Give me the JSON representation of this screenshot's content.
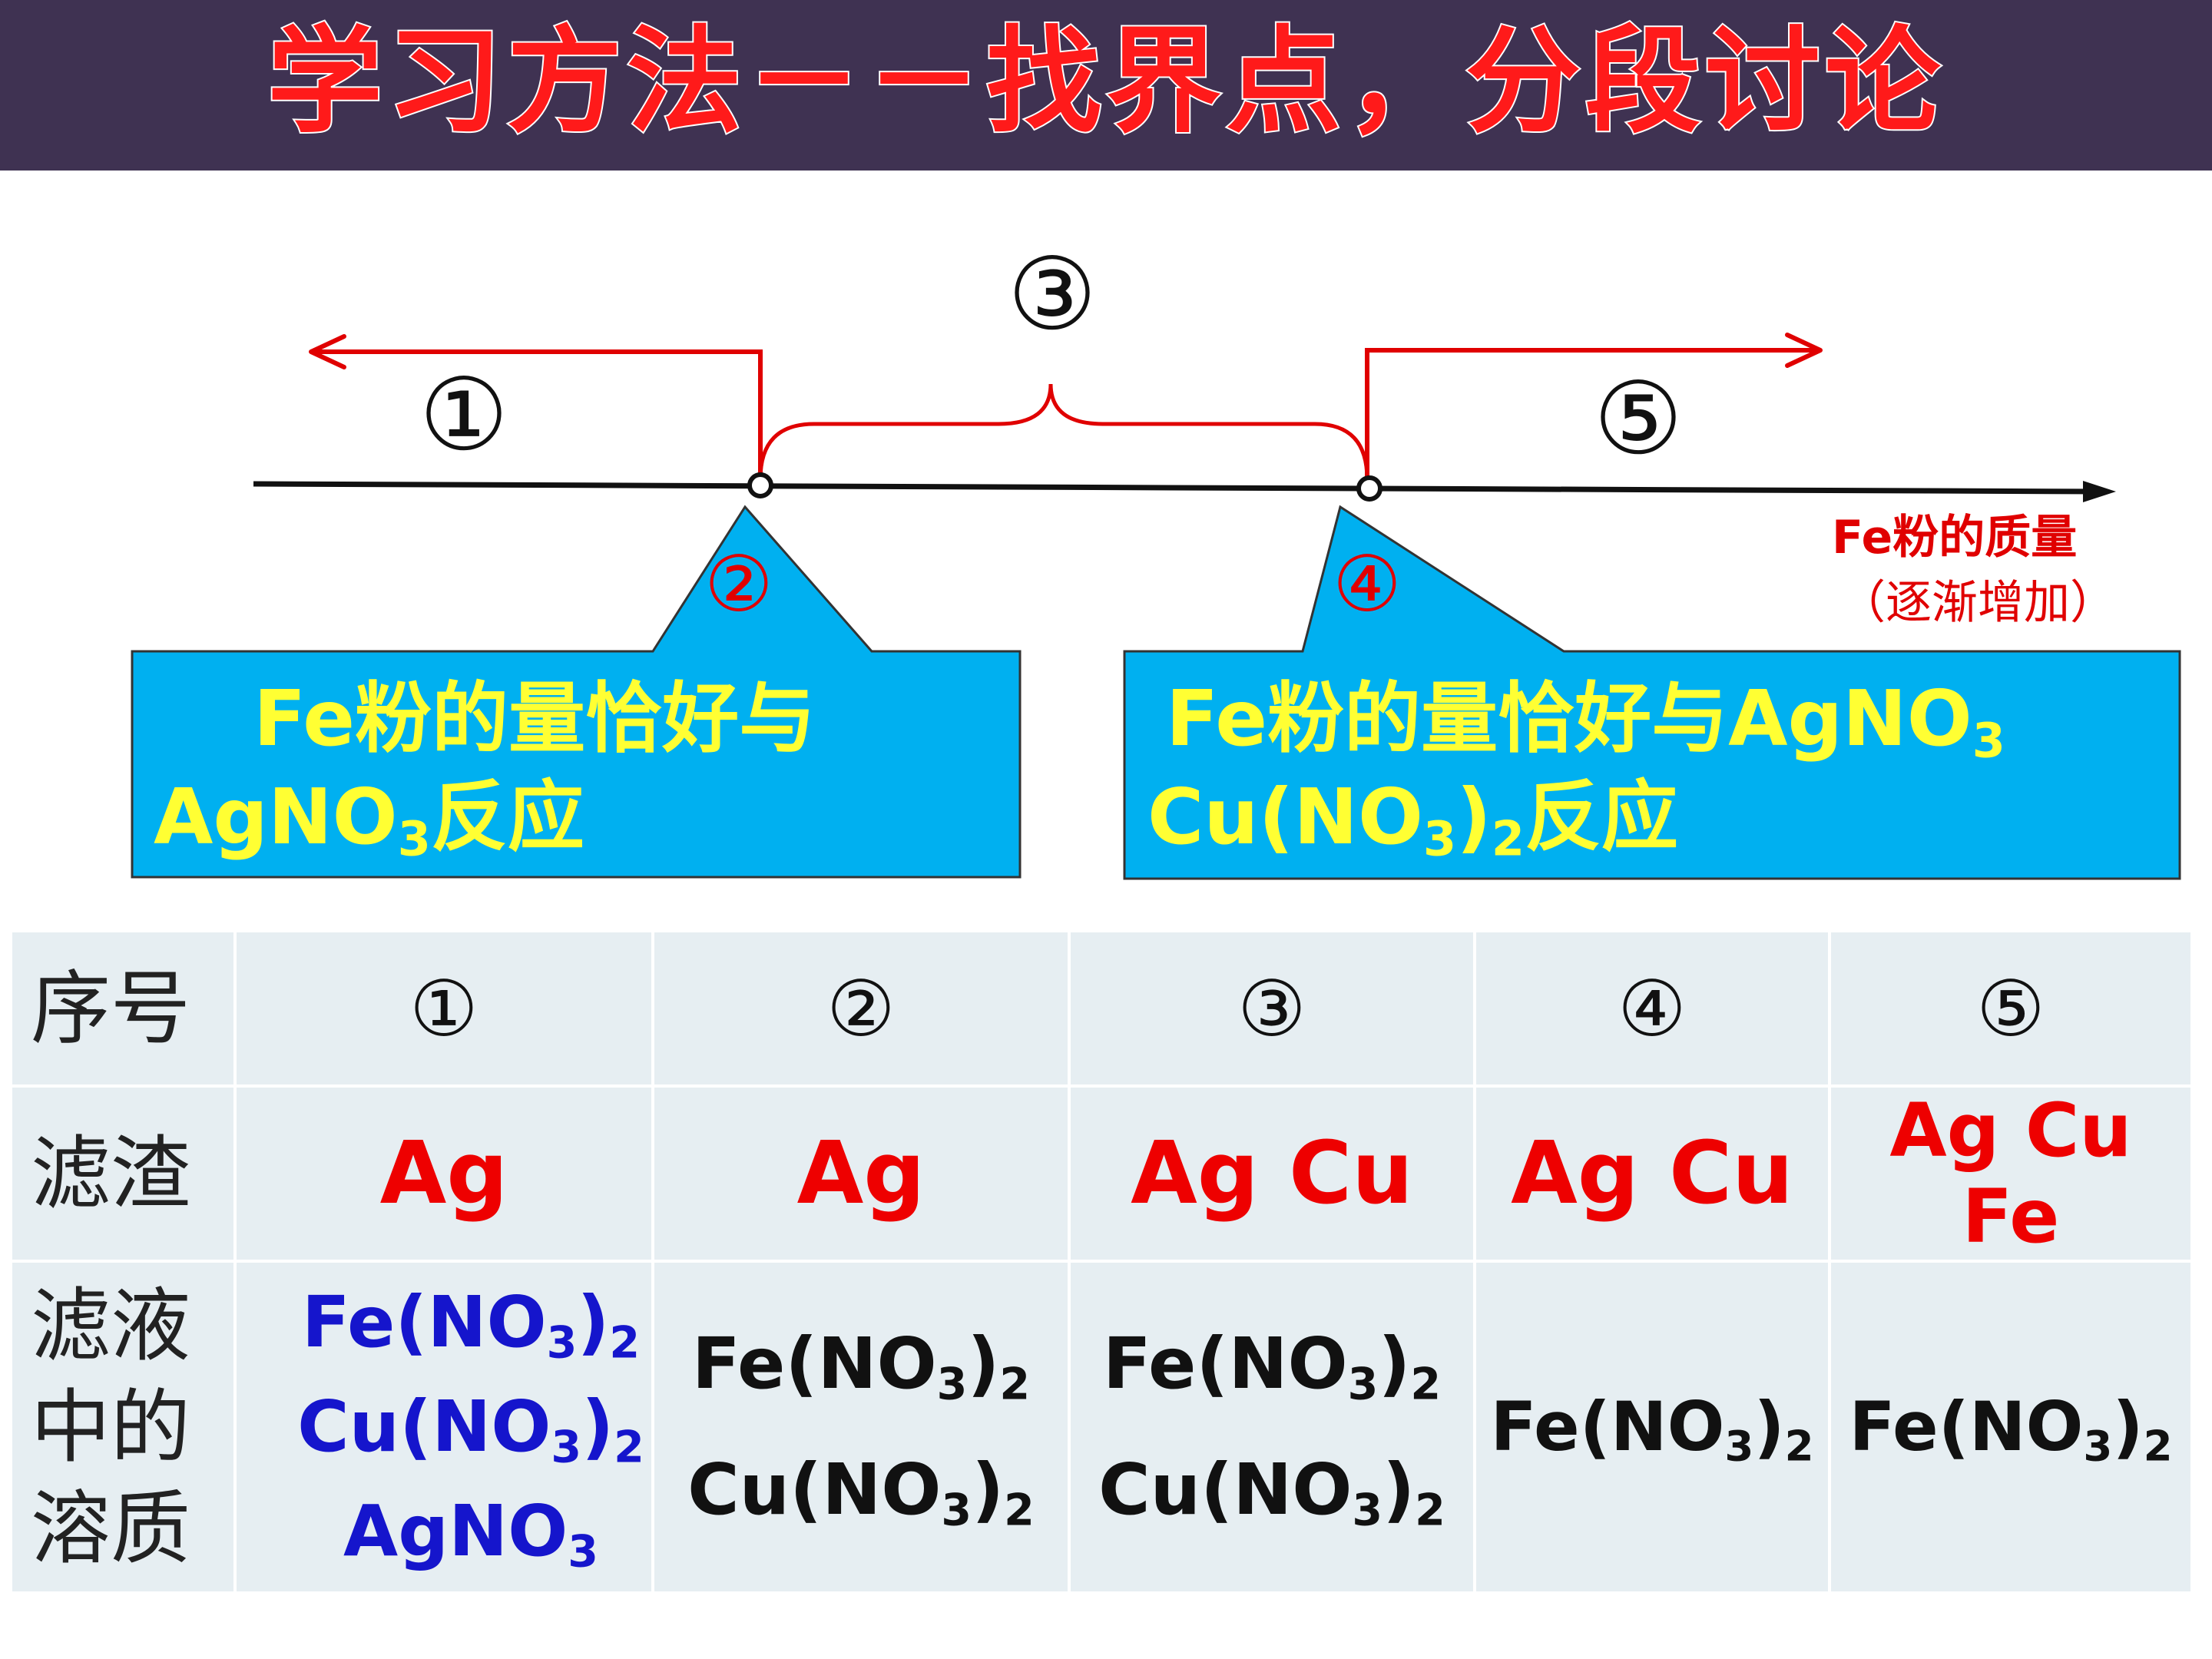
{
  "title": "学习方法－－找界点，分段讨论",
  "diagram": {
    "labels": {
      "seg1": "①",
      "pt2": "②",
      "seg3": "③",
      "pt4": "④",
      "seg5": "⑤"
    },
    "axis_label_line1": "Fe粉的质量",
    "axis_label_line2": "（逐渐增加）",
    "callout_left": {
      "line1": "Fe粉的量恰好与",
      "line2_pre": "AgNO",
      "sub": "3",
      "line2_post": "反应"
    },
    "callout_right": {
      "line1_pre": "Fe粉的量恰好与AgNO",
      "line1_sub": "3",
      "line2_a": "Cu(NO",
      "line2_sub1": "3",
      "line2_b": ")",
      "line2_sub2": "2",
      "line2_post": "反应"
    },
    "colors": {
      "red_line": "#e00000",
      "callout_fill": "#00b0f0",
      "callout_text": "#ffff33"
    }
  },
  "table": {
    "row_headers": [
      "序号",
      "滤渣",
      "滤液中的溶质"
    ],
    "row_header_lines": {
      "r3": [
        "滤液",
        "中的",
        "溶质"
      ]
    },
    "columns": [
      "①",
      "②",
      "③",
      "④",
      "⑤"
    ],
    "residue": [
      "Ag",
      "Ag",
      "Ag Cu",
      "Ag Cu",
      "Ag Cu Fe"
    ],
    "f": {
      "fe_a": "Fe(NO",
      "cu_a": "Cu(NO",
      "ag_a": "AgNO",
      "s3": "3",
      "close": ")",
      "s2": "2"
    },
    "solutes": [
      [
        "Fe(NO3)2",
        "Cu(NO3)2",
        "AgNO3"
      ],
      [
        "Fe(NO3)2",
        "Cu(NO3)2"
      ],
      [
        "Fe(NO3)2",
        "Cu(NO3)2"
      ],
      [
        "Fe(NO3)2"
      ],
      [
        "Fe(NO3)2"
      ]
    ],
    "colors": {
      "residue": "#ee0000",
      "solute_col1": "#1515cc",
      "solute": "#111111"
    }
  }
}
